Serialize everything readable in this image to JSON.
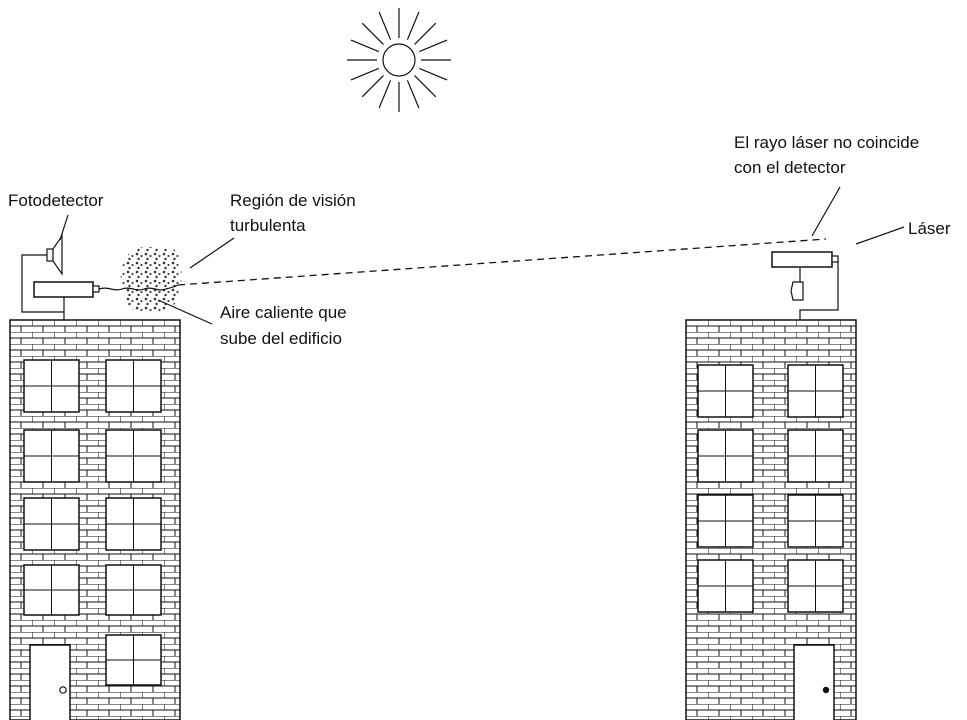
{
  "labels": {
    "photodetector": "Fotodetector",
    "turbulent_region_line1": "Región de visión",
    "turbulent_region_line2": "turbulenta",
    "hot_air_line1": "Aire caliente que",
    "hot_air_line2": "sube del edificio",
    "beam_miss_line1": "El rayo láser no coincide",
    "beam_miss_line2": "con el detector",
    "laser": "Láser"
  },
  "colors": {
    "ink": "#111111",
    "background": "#ffffff"
  },
  "icons": [
    "sun-icon"
  ]
}
